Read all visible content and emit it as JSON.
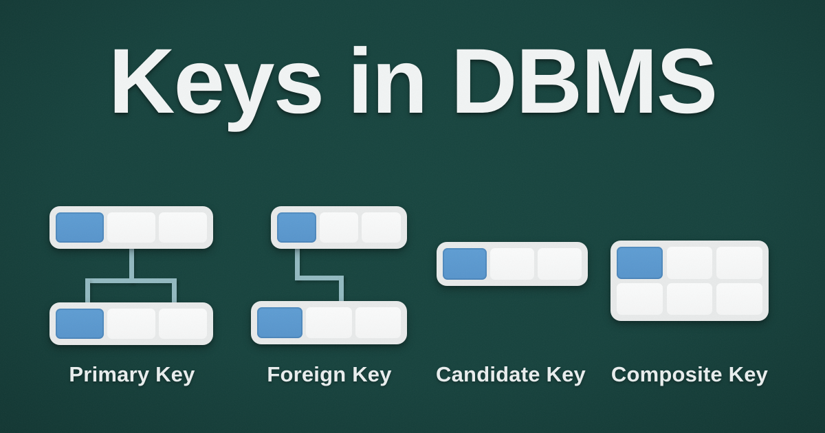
{
  "title": "Keys in DBMS",
  "colors": {
    "bg": "#16423D",
    "bgCenter": "#17453F",
    "bgEdge": "#113531",
    "card": "#E8EAEA",
    "cell": "#F4F5F5",
    "cellTop": "#FAFBFB",
    "keyCell": "#5794CB",
    "keyCellTop": "#5E9DD3",
    "connector": "#92B9C0",
    "titleText": "#F1F4F4",
    "labelText": "#E9EEEE"
  },
  "diagrams": [
    {
      "label": "Primary Key",
      "connector": "tree-branch",
      "tables": [
        {
          "rows": 1,
          "cols": 3,
          "key_cells": [
            0
          ]
        },
        {
          "rows": 1,
          "cols": 3,
          "key_cells": [
            0
          ]
        }
      ]
    },
    {
      "label": "Foreign Key",
      "connector": "elbow",
      "tables": [
        {
          "rows": 1,
          "cols": 3,
          "key_cells": [
            0
          ]
        },
        {
          "rows": 1,
          "cols": 3,
          "key_cells": [
            0
          ]
        }
      ]
    },
    {
      "label": "Candidate Key",
      "connector": "none",
      "tables": [
        {
          "rows": 1,
          "cols": 3,
          "key_cells": [
            0
          ]
        }
      ]
    },
    {
      "label": "Composite Key",
      "connector": "none",
      "tables": [
        {
          "rows": 2,
          "cols": 3,
          "key_cells": [
            0
          ]
        }
      ]
    }
  ]
}
